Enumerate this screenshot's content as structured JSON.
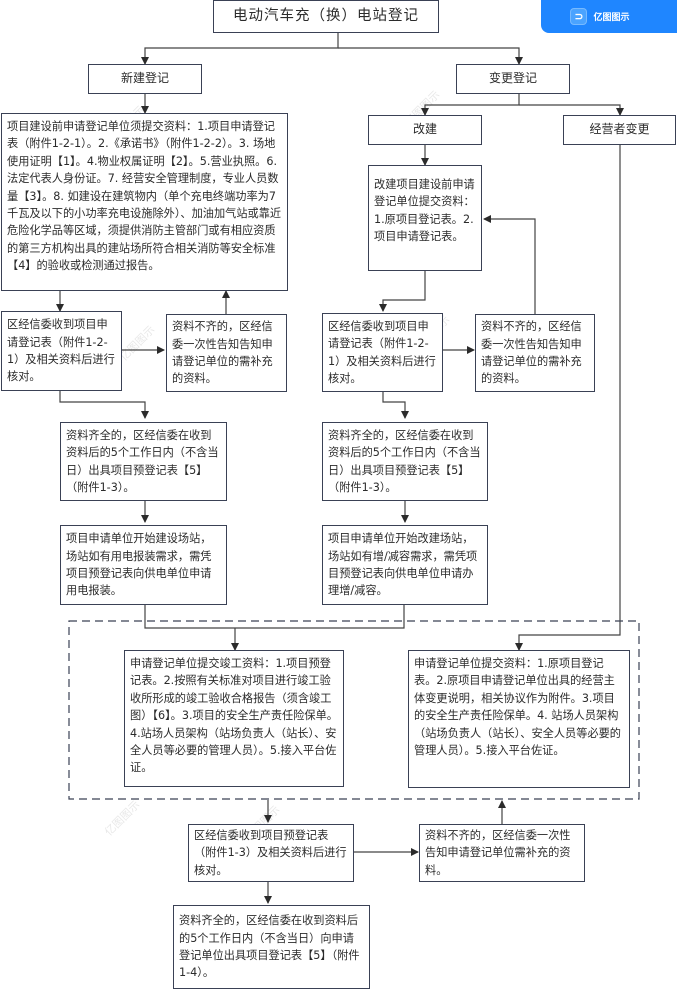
{
  "badge": {
    "brand": "亿图图示",
    "icon": "edraw-logo-icon"
  },
  "watermark": "亿图图示",
  "nodes": {
    "title": "电动汽车充（换）电站登记",
    "new_reg": "新建登记",
    "change_reg": "变更登记",
    "rebuild": "改建",
    "operator_change": "经营者变更",
    "new_materials": "项目建设前申请登记单位须提交资料：1.项目申请登记表（附件1-2-1）。2.《承诺书》（附件1-2-2）。3. 场地使用证明【1】。4.物业权属证明【2】。5.营业执照。6.法定代表人身份证。7. 经营安全管理制度，专业人员数量【3】。8. 如建设在建筑物内（单个充电终端功率为7千瓦及以下的小功率充电设施除外）、加油加气站或靠近危险化学品等区域，须提供消防主管部门或有相应资质的第三方机构出具的建站场所符合相关消防等安全标准【4】的验收或检测通过报告。",
    "rebuild_materials": "改建项目建设前申请登记单位提交资料：1.原项目登记表。2.项目申请登记表。",
    "new_review": "区经信委收到项目申请登记表（附件1-2-1）及相关资料后进行核对。",
    "new_incomplete": "资料不齐的，区经信委一次性告知告知申请登记单位的需补充的资料。",
    "rebuild_review": "区经信委收到项目申请登记表（附件1-2-1）及相关资料后进行核对。",
    "rebuild_incomplete": "资料不齐的，区经信委一次性告知告知申请登记单位的需补充的资料。",
    "new_complete": "资料齐全的，区经信委在收到资料后的5个工作日内（不含当日）出具项目预登记表【5】（附件1-3）。",
    "rebuild_complete": "资料齐全的，区经信委在收到资料后的5个工作日内（不含当日）出具项目预登记表【5】（附件1-3）。",
    "new_construct": "项目申请单位开始建设场站，场站如有用电报装需求，需凭项目预登记表向供电单位申请用电报装。",
    "rebuild_construct": "项目申请单位开始改建场站，场站如有增/减容需求，需凭项目预登记表向供电单位申请办理增/减容。",
    "completion_materials": "申请登记单位提交竣工资料：1.项目预登记表。2.按照有关标准对项目进行竣工验收所形成的竣工验收合格报告（须含竣工图）【6】。3.项目的安全生产责任险保单。4.站场人员架构（站场负责人（站长）、安全人员等必要的管理人员）。5.接入平台佐证。",
    "operator_materials": "申请登记单位提交资料：1.原项目登记表。2.原项目申请登记单位出具的经营主体变更说明，相关协议作为附件。3.项目的安全生产责任险保单。4. 站场人员架构（站场负责人（站长）、安全人员等必要的管理人员）。5.接入平台佐证。",
    "final_review": "区经信委收到项目预登记表（附件1-3）及相关资料后进行核对。",
    "final_incomplete": "资料不齐的，区经信委一次性告知申请登记单位需补充的资料。",
    "final_complete": "资料齐全的，区经信委在收到资料后的5个工作日内（不含当日）向申请登记单位出具项目登记表【5】（附件1-4）。"
  }
}
